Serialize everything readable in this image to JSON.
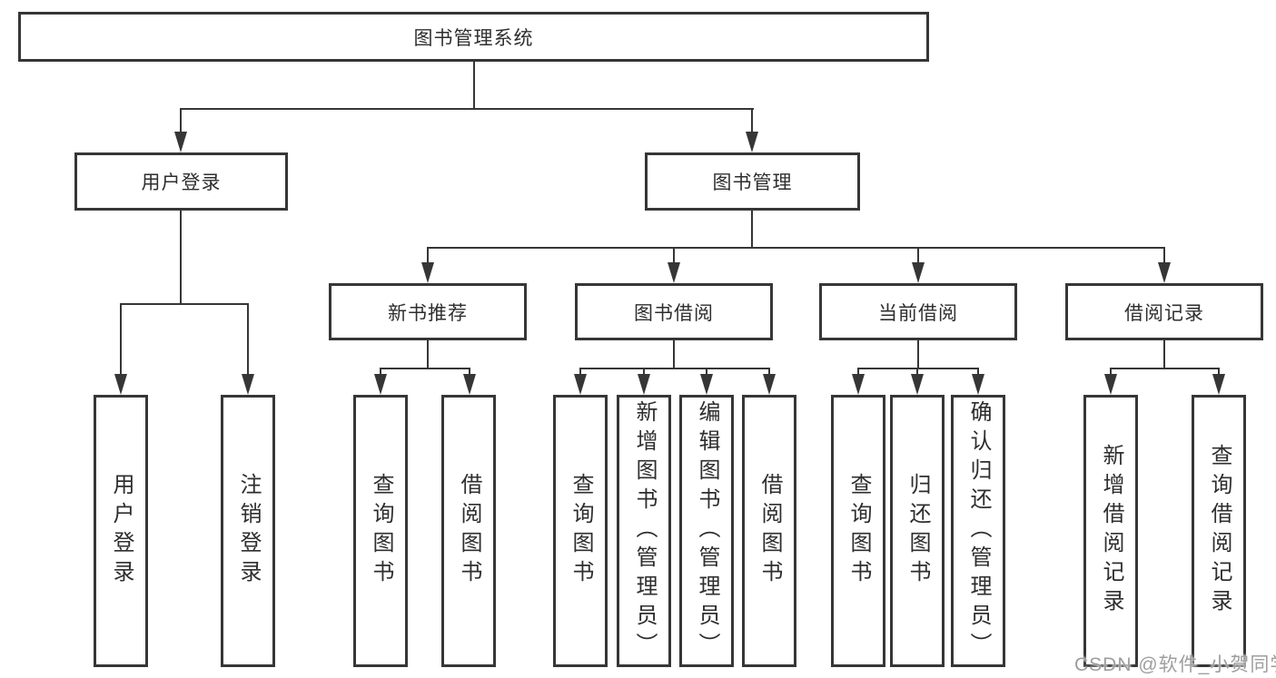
{
  "diagram_type": "hierarchy-tree",
  "colors": {
    "line": "#363636",
    "text": "#2e2e2e",
    "bg": "#ffffff",
    "watermark": "#9e9e9e"
  },
  "tree": {
    "label": "图书管理系统",
    "children": [
      {
        "label": "用户登录",
        "children": [
          {
            "label": "用户登录"
          },
          {
            "label": "注销登录"
          }
        ]
      },
      {
        "label": "图书管理",
        "children": [
          {
            "label": "新书推荐",
            "children": [
              {
                "label": "查询图书"
              },
              {
                "label": "借阅图书"
              }
            ]
          },
          {
            "label": "图书借阅",
            "children": [
              {
                "label": "查询图书"
              },
              {
                "label": "新增图书（管理员）"
              },
              {
                "label": "编辑图书（管理员）"
              },
              {
                "label": "借阅图书"
              }
            ]
          },
          {
            "label": "当前借阅",
            "children": [
              {
                "label": "查询图书"
              },
              {
                "label": "归还图书"
              },
              {
                "label": "确认归还（管理员）"
              }
            ]
          },
          {
            "label": "借阅记录",
            "children": [
              {
                "label": "新增借阅记录"
              },
              {
                "label": "查询借阅记录"
              }
            ]
          }
        ]
      }
    ]
  },
  "watermark": {
    "text": "CSDN @软件_小贺同学"
  }
}
